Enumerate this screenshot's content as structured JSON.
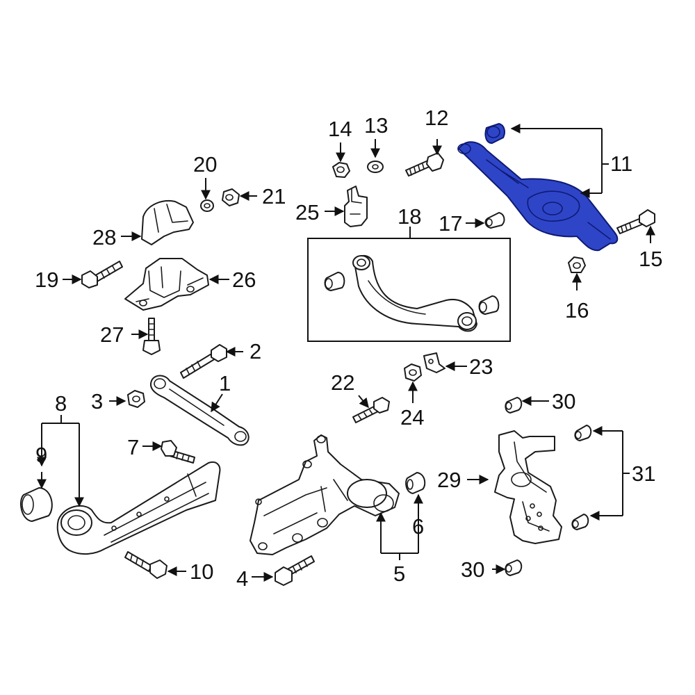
{
  "colors": {
    "highlight": "#2f45c8",
    "highlight_stroke": "#0d1a73",
    "line": "#111111"
  },
  "callouts": {
    "c1": "1",
    "c2": "2",
    "c3": "3",
    "c4": "4",
    "c5": "5",
    "c6": "6",
    "c7": "7",
    "c8": "8",
    "c9": "9",
    "c10": "10",
    "c11": "11",
    "c12": "12",
    "c13": "13",
    "c14": "14",
    "c15": "15",
    "c16": "16",
    "c17": "17",
    "c18": "18",
    "c19": "19",
    "c20": "20",
    "c21": "21",
    "c22": "22",
    "c23": "23",
    "c24": "24",
    "c25": "25",
    "c26": "26",
    "c27": "27",
    "c28": "28",
    "c29": "29",
    "c30a": "30",
    "c30b": "30",
    "c31": "31"
  }
}
